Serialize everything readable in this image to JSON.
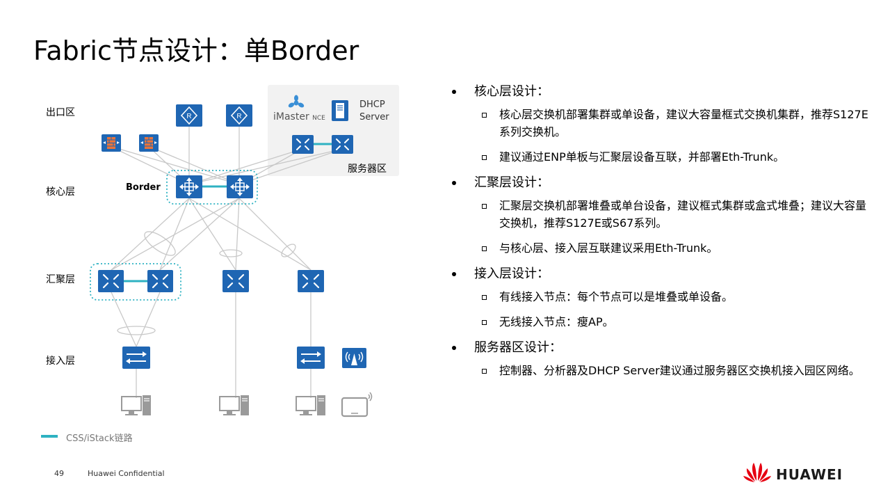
{
  "title": "Fabric节点设计：单Border",
  "diagram": {
    "zones": {
      "exit": "出口区",
      "core": "核心层",
      "aggregation": "汇聚层",
      "access": "接入层"
    },
    "border_label": "Border",
    "server_zone": {
      "label": "服务器区",
      "imaster_main": "iMaster",
      "imaster_sub": "NCE",
      "dhcp_line1": "DHCP",
      "dhcp_line2": "Server"
    },
    "legend": "CSS/iStack链路",
    "link_color": "#2eb2c2",
    "device_color": "#1f66b3"
  },
  "sections": [
    {
      "heading": "核心层设计：",
      "items": [
        "核心层交换机部署集群或单设备，建议大容量框式交换机集群，推荐S127E系列交换机。",
        "建议通过ENP单板与汇聚层设备互联，并部署Eth-Trunk。"
      ]
    },
    {
      "heading": "汇聚层设计：",
      "items": [
        "汇聚层交换机部署堆叠或单台设备，建议框式集群或盒式堆叠；建议大容量交换机，推荐S127E或S67系列。",
        "与核心层、接入层互联建议采用Eth-Trunk。"
      ]
    },
    {
      "heading": "接入层设计：",
      "items": [
        "有线接入节点：每个节点可以是堆叠或单设备。",
        "无线接入节点：瘦AP。"
      ]
    },
    {
      "heading": "服务器区设计：",
      "items": [
        "控制器、分析器及DHCP Server建议通过服务器区交换机接入园区网络。"
      ]
    }
  ],
  "footer": {
    "page": "49",
    "confidential": "Huawei Confidential",
    "logo": "HUAWEI",
    "logo_color": "#e60012"
  }
}
